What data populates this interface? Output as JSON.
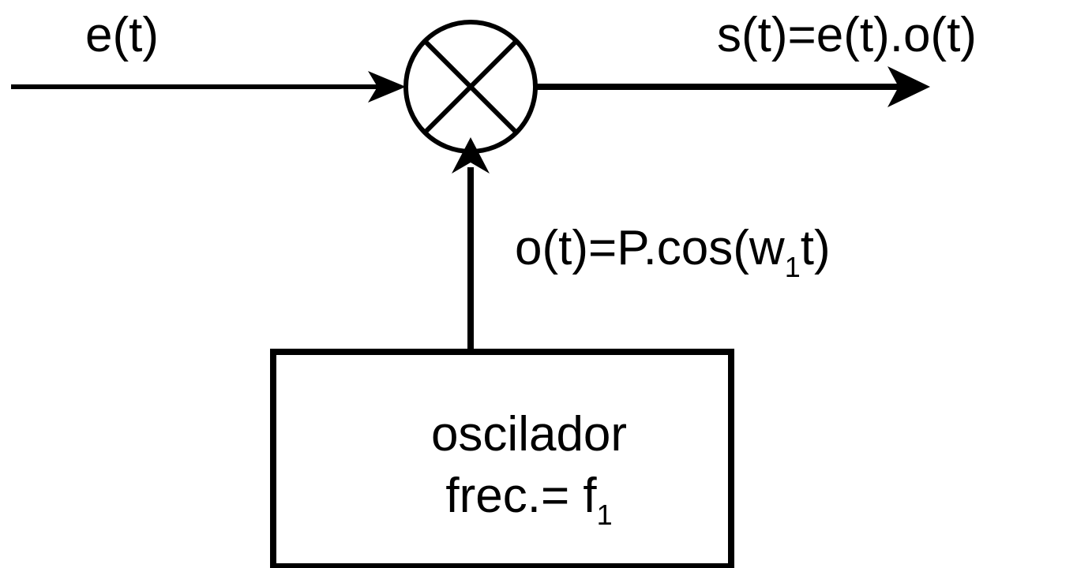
{
  "diagram": {
    "input_signal": "e(t)",
    "output_signal": {
      "main": "s(t)=e(t).o(t)"
    },
    "oscillator_signal": {
      "before_sub": "o(t)=P.cos(w",
      "sub": "1",
      "after_sub": "t)"
    },
    "oscillator_block": {
      "line1": "oscilador",
      "line2_main": "frec.= f",
      "line2_sub": "1"
    },
    "colors": {
      "stroke": "#000000",
      "background": "#ffffff"
    },
    "icons": {
      "mixer": "multiplier-circle-x-icon"
    }
  }
}
